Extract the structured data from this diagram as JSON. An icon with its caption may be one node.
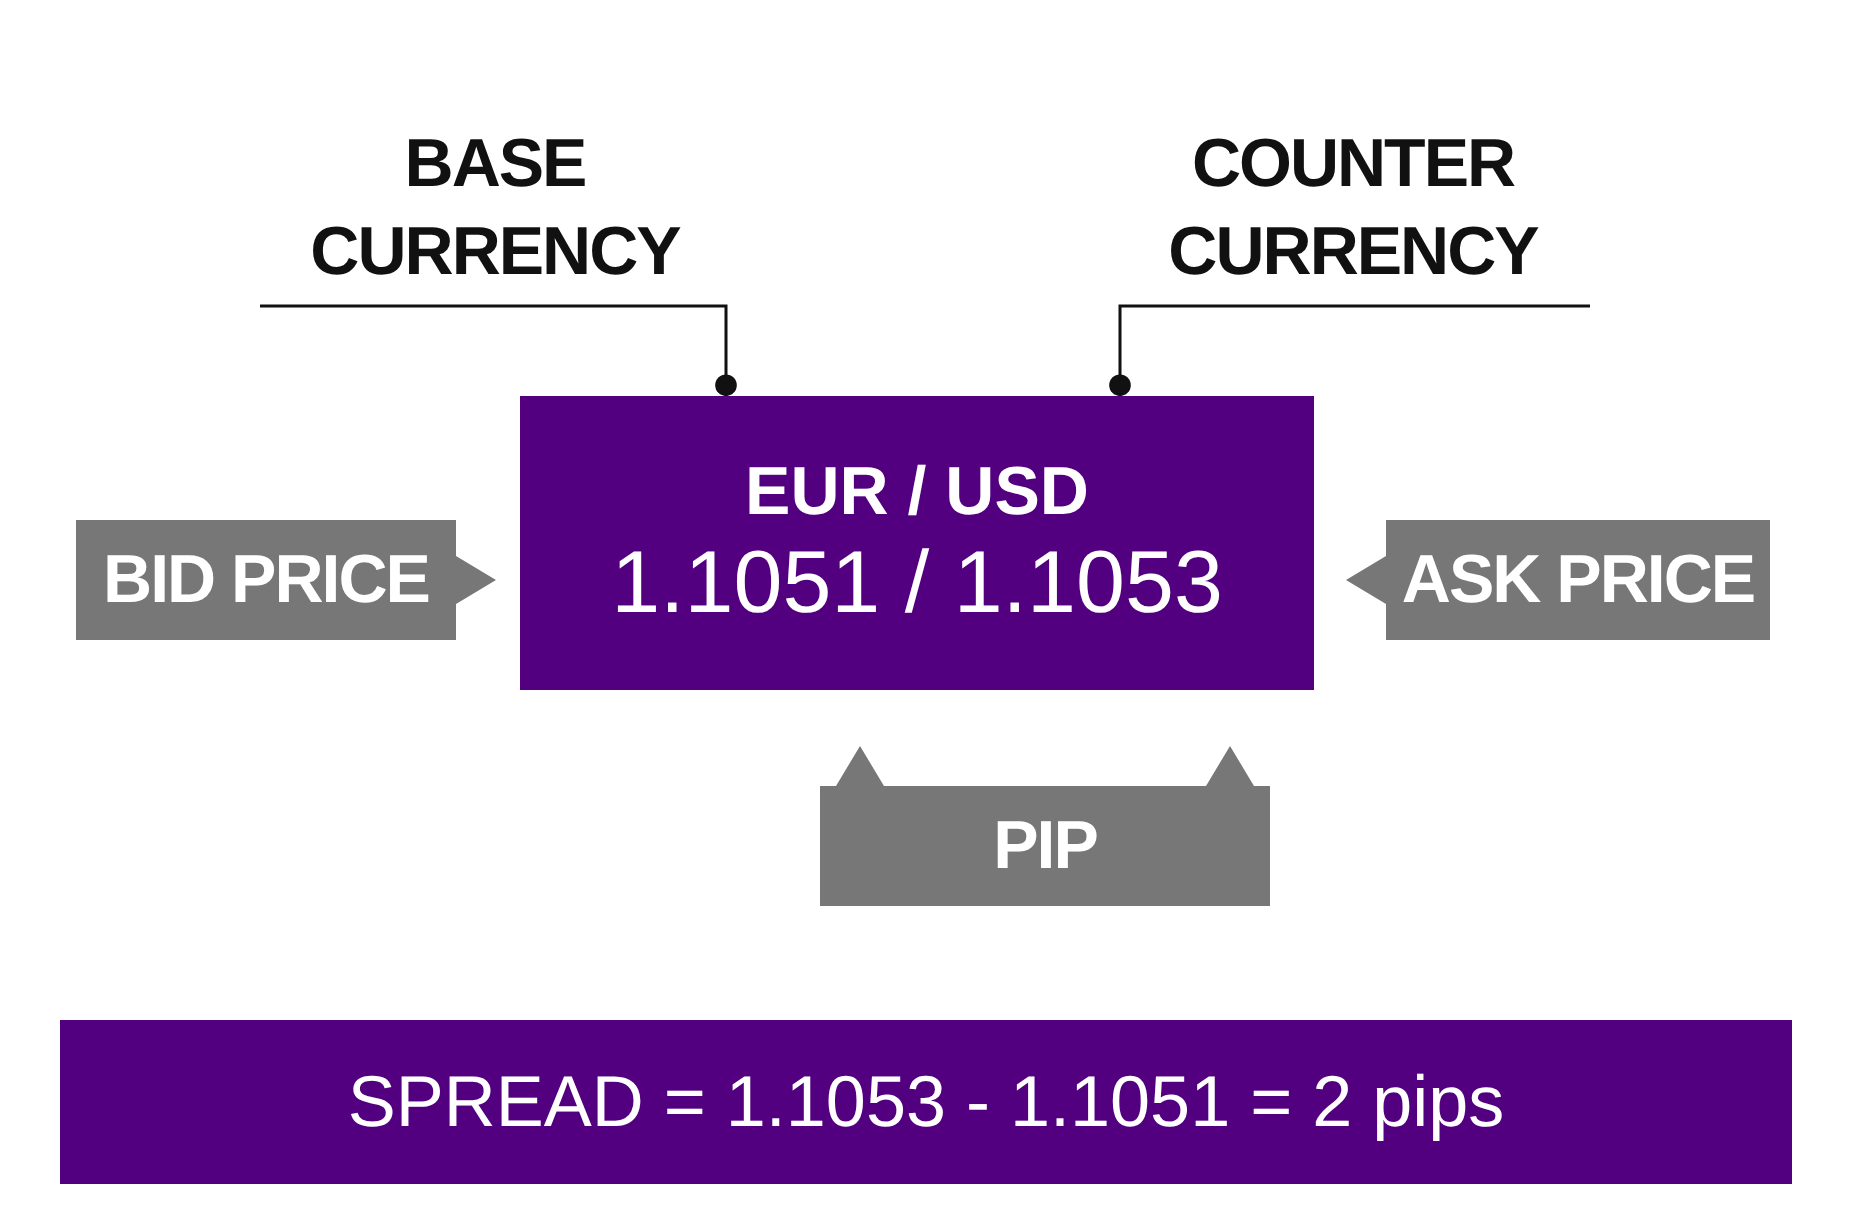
{
  "diagram": {
    "nodes": [
      {
        "text": [
          "BASE CURRENCY"
        ]
      },
      {
        "text": [
          "COUNTER CURRENCY"
        ]
      },
      {
        "text": [
          "EUR / USD",
          "1.1051 / 1.1053"
        ]
      },
      {
        "text": [
          "BID PRICE"
        ]
      },
      {
        "text": [
          "ASK PRICE"
        ]
      },
      {
        "text": [
          "PIP"
        ]
      },
      {
        "text": [
          "SPREAD = 1.1053 - 1.1051 = 2 pips"
        ]
      }
    ],
    "edges": [
      {
        "from": 0,
        "to": 2,
        "arrow": "other"
      },
      {
        "from": 1,
        "to": 2,
        "arrow": "other"
      }
    ]
  }
}
